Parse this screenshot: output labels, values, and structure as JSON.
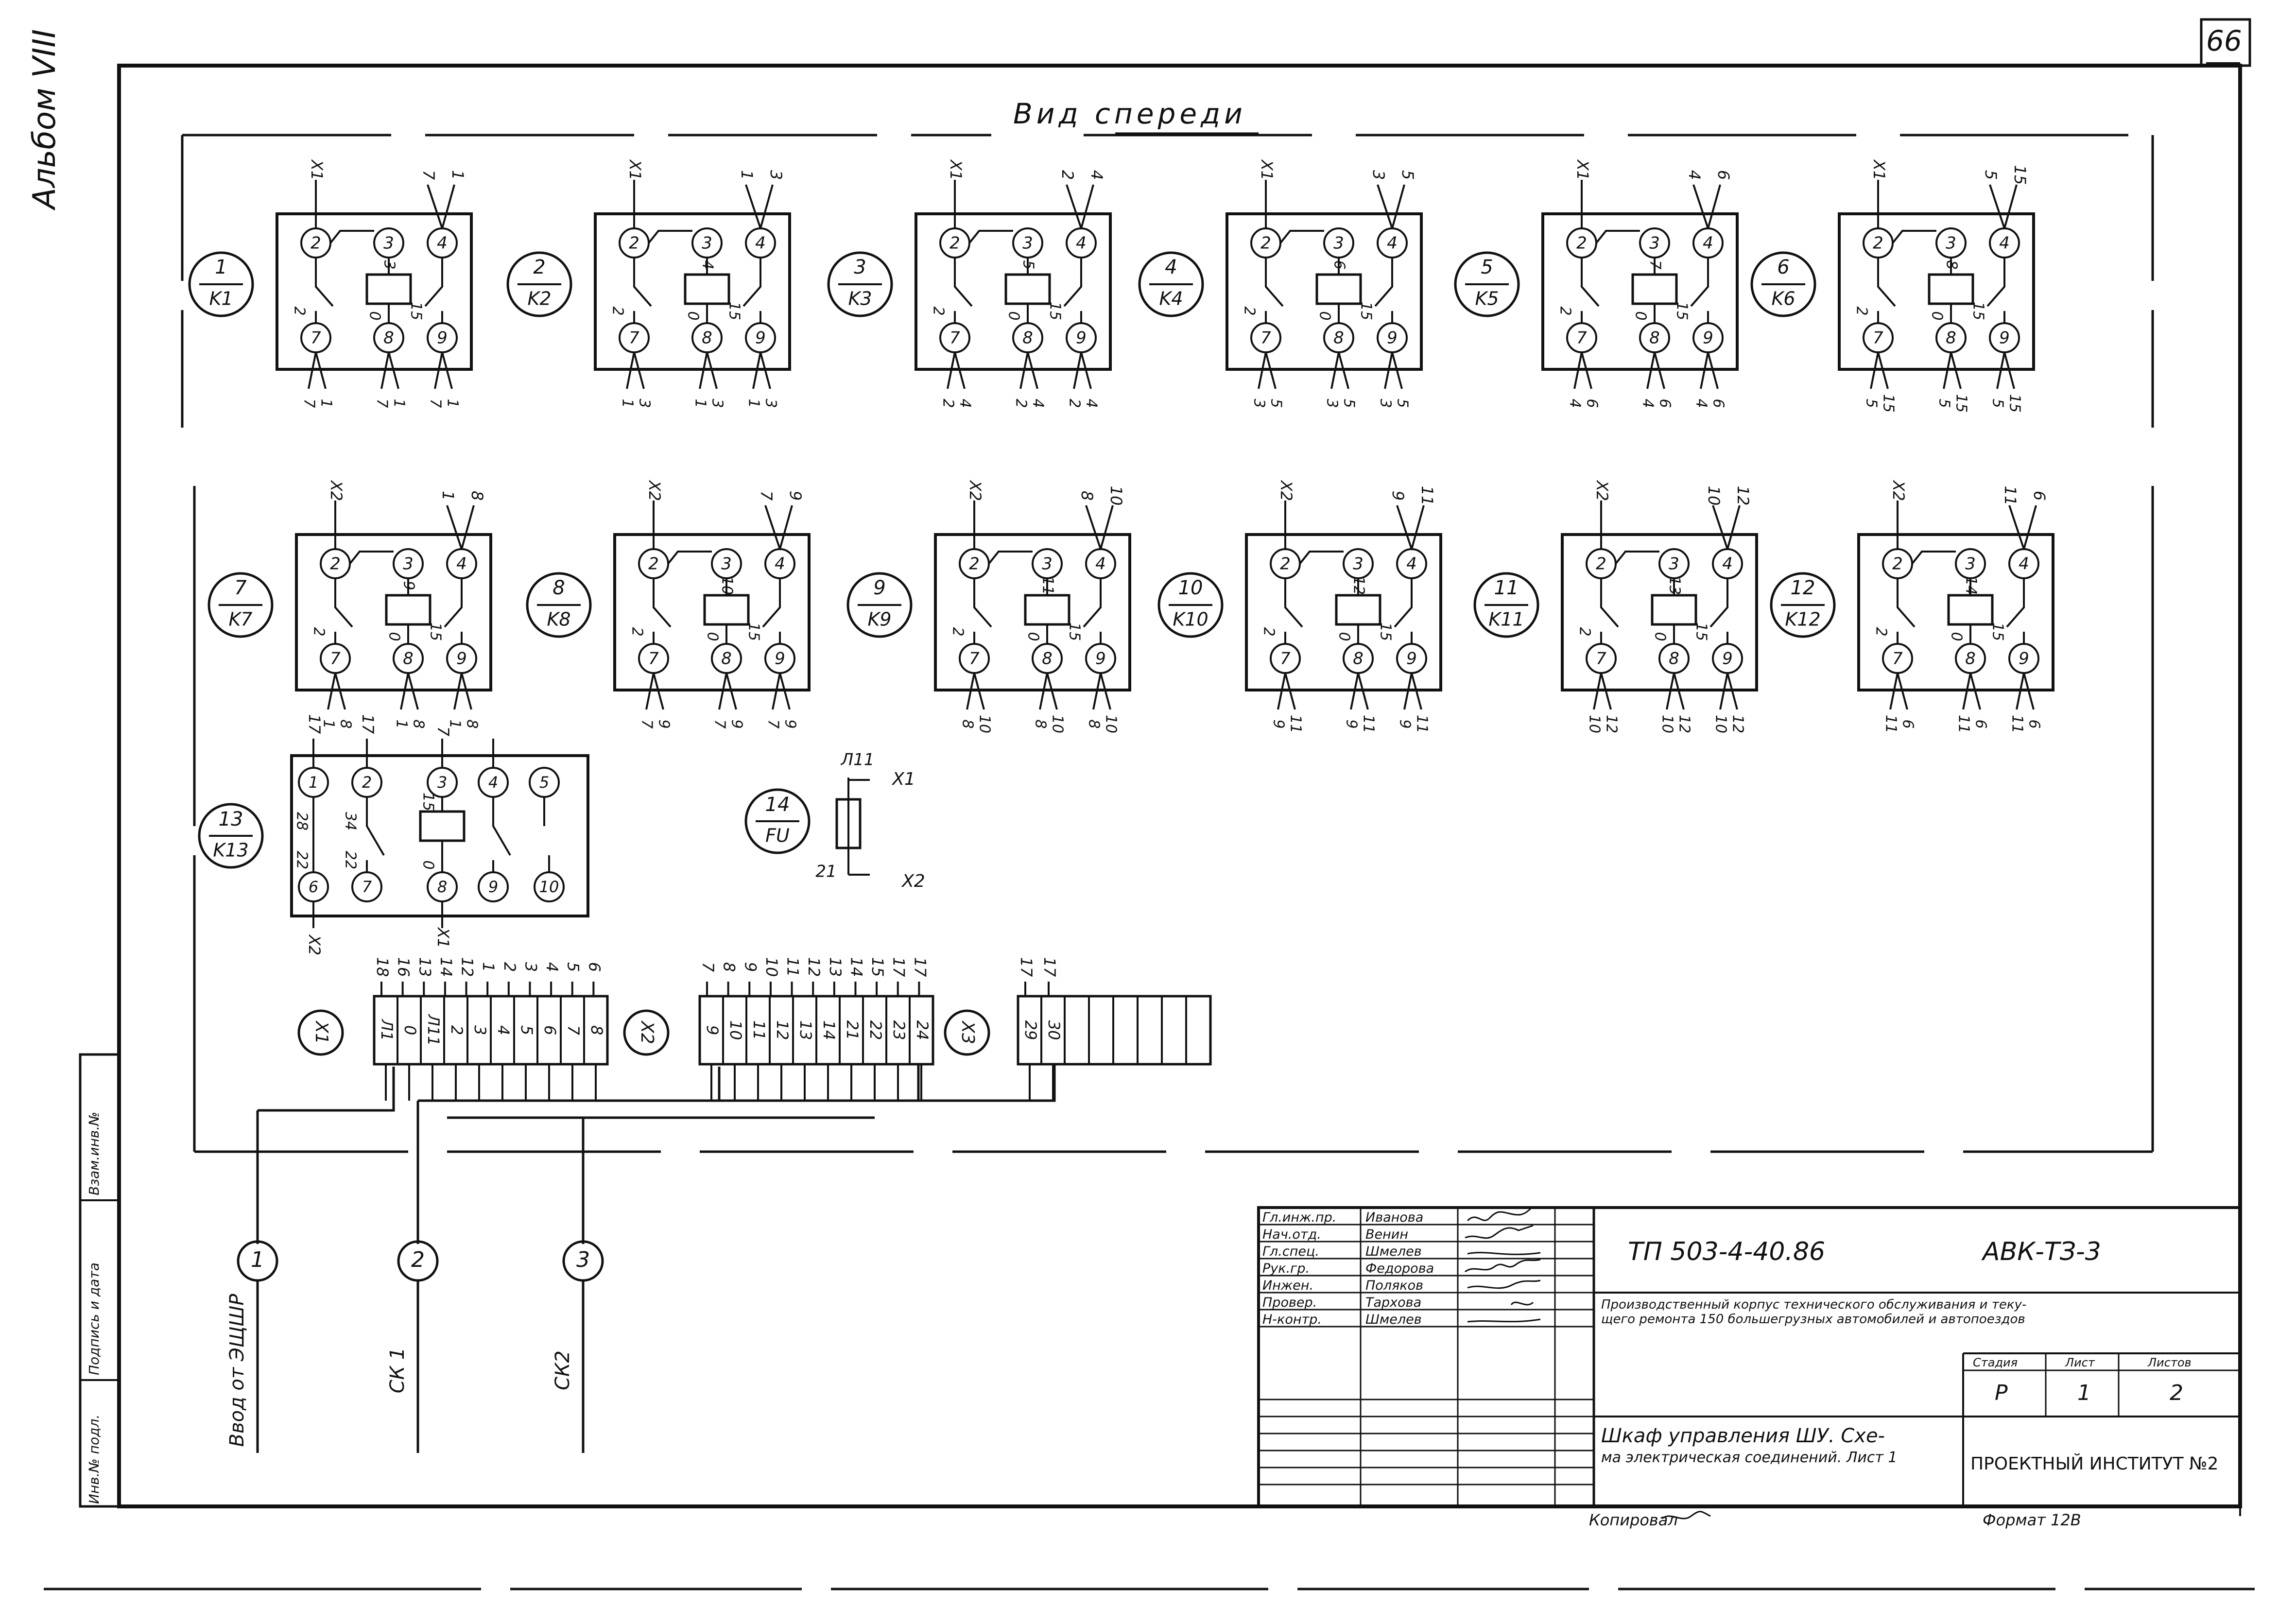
{
  "sheet": {
    "page_number": "66",
    "album": "Альбом VIII",
    "view_title": "Вид спереди"
  },
  "relays": [
    {
      "num": "1",
      "code": "K1",
      "coil": "3",
      "contacts": [
        "2",
        "7",
        "1",
        "15"
      ]
    },
    {
      "num": "2",
      "code": "K2",
      "coil": "4",
      "contacts": [
        "2",
        "1",
        "3",
        "15"
      ]
    },
    {
      "num": "3",
      "code": "K3",
      "coil": "5",
      "contacts": [
        "2",
        "2",
        "4",
        "15"
      ]
    },
    {
      "num": "4",
      "code": "K4",
      "coil": "6",
      "contacts": [
        "2",
        "3",
        "5",
        "15"
      ]
    },
    {
      "num": "5",
      "code": "K5",
      "coil": "7",
      "contacts": [
        "2",
        "4",
        "6",
        "15"
      ]
    },
    {
      "num": "6",
      "code": "K6",
      "coil": "8",
      "contacts": [
        "2",
        "5",
        "15",
        "15"
      ]
    },
    {
      "num": "7",
      "code": "K7",
      "coil": "9",
      "contacts": [
        "2",
        "1",
        "8",
        "15"
      ]
    },
    {
      "num": "8",
      "code": "K8",
      "coil": "10",
      "contacts": [
        "2",
        "7",
        "9",
        "15"
      ]
    },
    {
      "num": "9",
      "code": "K9",
      "coil": "11",
      "contacts": [
        "2",
        "8",
        "10",
        "15"
      ]
    },
    {
      "num": "10",
      "code": "K10",
      "coil": "12",
      "contacts": [
        "2",
        "9",
        "11",
        "15"
      ]
    },
    {
      "num": "11",
      "code": "K11",
      "coil": "13",
      "contacts": [
        "2",
        "10",
        "12",
        "15"
      ]
    },
    {
      "num": "12",
      "code": "K12",
      "coil": "14",
      "contacts": [
        "2",
        "11",
        "6",
        "15"
      ]
    }
  ],
  "relay13": {
    "num": "13",
    "code": "K13"
  },
  "fuse": {
    "num": "14",
    "code": "FU",
    "in": "Л11",
    "out": "21",
    "x1": "X1",
    "x2": "X2"
  },
  "terminals": [
    {
      "id": "X1",
      "cells": [
        "Л1",
        "0",
        "Л11",
        "2",
        "3",
        "4",
        "5",
        "6",
        "7",
        "8"
      ],
      "wires": [
        "18",
        "16",
        "13",
        "14",
        "12",
        "1",
        "2",
        "3",
        "4",
        "5",
        "6"
      ]
    },
    {
      "id": "X2",
      "cells": [
        "9",
        "10",
        "11",
        "12",
        "13",
        "14",
        "21",
        "22",
        "23",
        "24"
      ],
      "wires": [
        "7",
        "8",
        "9",
        "10",
        "11",
        "12",
        "13",
        "14",
        "15",
        "17",
        "17"
      ]
    },
    {
      "id": "X3",
      "cells": [
        "29",
        "30"
      ],
      "wires": [
        "17",
        "17"
      ]
    }
  ],
  "cables": [
    {
      "num": "1",
      "label": "Ввод от ЭЩШР"
    },
    {
      "num": "2",
      "label": "СК 1"
    },
    {
      "num": "3",
      "label": "СК2"
    }
  ],
  "stamp": {
    "designation": "ТП 503-4-40.86",
    "code": "АВК-ТЗ-3",
    "project_title_1": "Производственный корпус технического обслуживания и теку-",
    "project_title_2": "щего ремонта 150 большегрузных автомобилей и автопоездов",
    "sheet_title_1": "Шкаф управления ШУ. Схе-",
    "sheet_title_2": "ма электрическая соединений. Лист 1",
    "stage_hdr": "Стадия",
    "sheet_hdr": "Лист",
    "sheets_hdr": "Листов",
    "stage": "Р",
    "sheet": "1",
    "sheets": "2",
    "org": "ПРОЕКТНЫЙ ИНСТИТУТ №2",
    "copied": "Копировал",
    "format": "Формат 12В",
    "people": [
      {
        "role": "Гл.инж.пр.",
        "name": "Иванова"
      },
      {
        "role": "Нач.отд.",
        "name": "Венин"
      },
      {
        "role": "Гл.спец.",
        "name": "Шмелев"
      },
      {
        "role": "Рук.гр.",
        "name": "Федорова"
      },
      {
        "role": "Инжен.",
        "name": "Поляков"
      },
      {
        "role": "Провер.",
        "name": "Тархова"
      },
      {
        "role": "Н-контр.",
        "name": "Шмелев"
      }
    ],
    "side": [
      "Инв.№ подл.",
      "Подпись и дата",
      "Взам.инв.№"
    ]
  }
}
